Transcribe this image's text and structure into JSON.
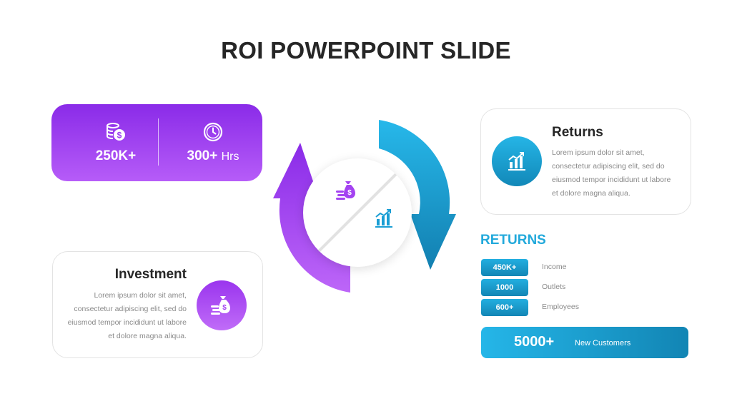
{
  "slide": {
    "title": "ROI POWERPOINT SLIDE"
  },
  "stats": {
    "investment_value": "250K+",
    "time_value": "300+",
    "time_unit": "Hrs"
  },
  "returns_card": {
    "title": "Returns",
    "body": "Lorem ipsum dolor sit amet, consectetur adipiscing elit, sed do eiusmod tempor incididunt ut labore et dolore magna aliqua.",
    "icon": "growth-chart-icon"
  },
  "investment_card": {
    "title": "Investment",
    "body": "Lorem ipsum dolor sit amet, consectetur adipiscing elit, sed do eiusmod tempor incididunt ut labore et dolore magna aliqua.",
    "icon": "money-bag-icon"
  },
  "returns_list": {
    "heading": "RETURNS",
    "rows": [
      {
        "value": "450K+",
        "label": "Income"
      },
      {
        "value": "1000",
        "label": "Outlets"
      },
      {
        "value": "600+",
        "label": "Employees"
      }
    ],
    "highlight": {
      "value": "5000+",
      "label": "New Customers"
    }
  },
  "colors": {
    "purple": "#8a2be8",
    "purple_light": "#b65cf8",
    "blue": "#22aee0",
    "blue_dark": "#1285b4"
  }
}
